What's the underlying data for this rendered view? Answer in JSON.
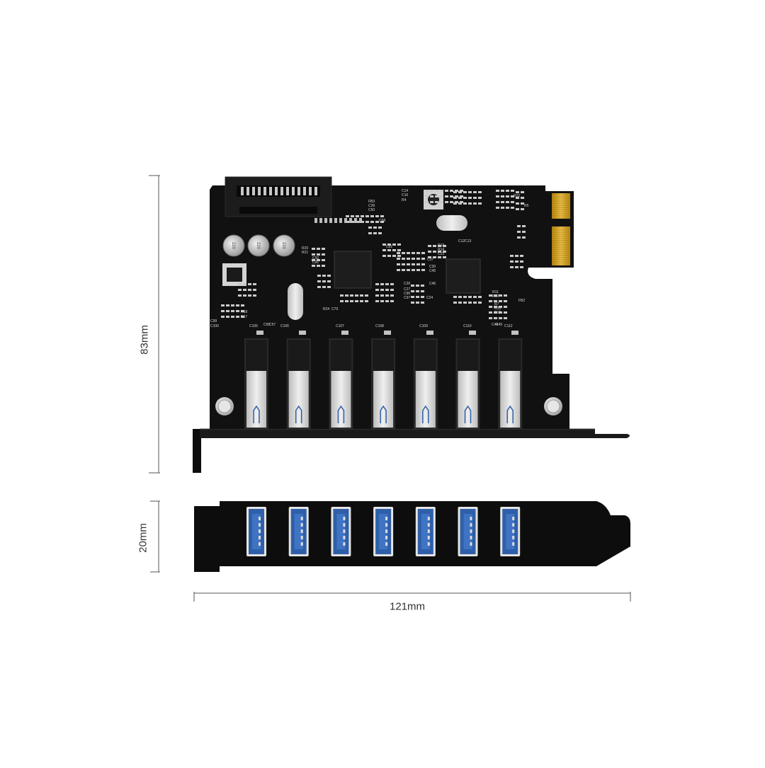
{
  "dimensions": {
    "height": "83mm",
    "bracket_height": "20mm",
    "width": "121mm"
  },
  "board": {
    "usb_port_count": 7,
    "capacitor_labels": [
      "C105",
      "C106",
      "C107",
      "C108",
      "C109",
      "C110",
      "C112"
    ],
    "small_labels": [
      "FB3",
      "C39",
      "C50",
      "C58",
      "C14",
      "C16",
      "R4",
      "R5",
      "R22",
      "C61",
      "C12",
      "C13",
      "R13",
      "R14",
      "C23",
      "C37",
      "C30",
      "C45",
      "C46",
      "C26",
      "C27",
      "C96",
      "C97",
      "C24",
      "R11",
      "R10",
      "R7",
      "R35",
      "R12",
      "FB2",
      "C44",
      "C45",
      "R18",
      "R17",
      "C99",
      "C100",
      "R20",
      "R21",
      "C92",
      "C91",
      "R24",
      "C79",
      "C56",
      "C57"
    ],
    "cap_markings": [
      "220",
      "220",
      "220"
    ]
  },
  "colors": {
    "pcb": "#111111",
    "port_blue": "#2f5fa8",
    "port_metal": "#cfcfcf",
    "bracket": "#0d0d0d",
    "gold": "#d9a726",
    "dim_line": "#555555"
  }
}
